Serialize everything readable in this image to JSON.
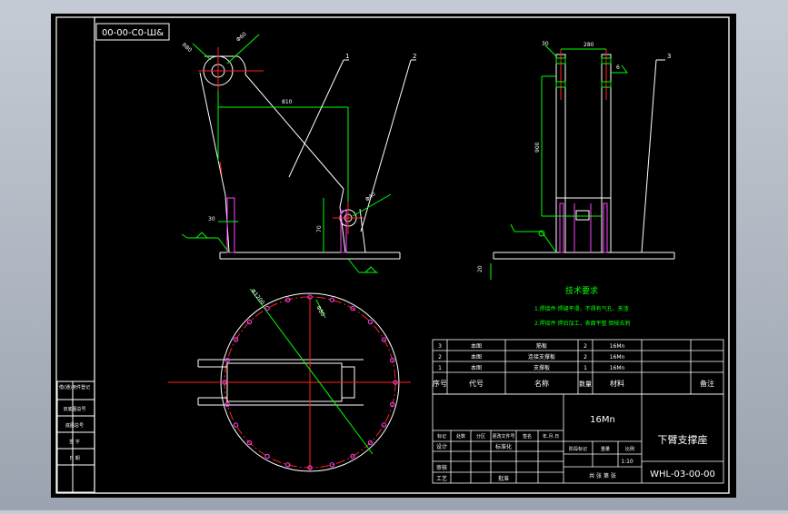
{
  "drawing": {
    "code_box": "00-00-C0-Ш&",
    "title": "下臂支撑座",
    "drawing_no": "WHL-03-00-00",
    "material": "16Mn",
    "scale": "1:10",
    "material_col": "材料",
    "remark_col": "备注",
    "code_col": "代号",
    "name_col": "名称",
    "qty_col": "数量",
    "seq_col": "序号"
  },
  "tech": {
    "title": "技术要求",
    "note1": "1.焊接件 焊缝平滑，不得有气孔、夹渣",
    "note2": "2.焊接件 焊后加工，表面平整 倒棱去刺"
  },
  "bom": [
    {
      "seq": "3",
      "code": "本图",
      "name": "筋板",
      "qty": "2",
      "mat": "16Mn"
    },
    {
      "seq": "2",
      "code": "本图",
      "name": "连接支撑板",
      "qty": "2",
      "mat": "16Mn"
    },
    {
      "seq": "1",
      "code": "本图",
      "name": "支撑板",
      "qty": "1",
      "mat": "16Mn"
    }
  ],
  "title_block": {
    "r1": [
      "标记",
      "处数",
      "分区",
      "更改文件号",
      "签名",
      "年.月.日"
    ],
    "design": "设计",
    "check": "审核",
    "process": "工艺",
    "standard": "标准化",
    "approve": "批准",
    "stage": "阶段标记",
    "weight": "重量",
    "scale_lbl": "比例",
    "sheets": "共   张   第   张"
  },
  "left_strip": [
    "借(通)用件登记",
    "旧底图总号",
    "底图总号",
    "签  字",
    "日  期"
  ],
  "callouts": [
    "1",
    "2",
    "3"
  ],
  "dims": {
    "d810": "810",
    "d280": "280",
    "d900": "900",
    "d30a": "30",
    "d30b": "30",
    "d70": "70",
    "r80": "R80",
    "d60": "Φ60",
    "d40": "Φ40",
    "dbig": "Φ1200",
    "d80": "Φ80",
    "d6": "6",
    "d20": "20"
  },
  "colors": {
    "bg": "#000000",
    "line": "#ffffff",
    "dim": "#00ff00",
    "center": "#ff2020",
    "hidden": "#ff40ff",
    "text": "#ffff00"
  }
}
